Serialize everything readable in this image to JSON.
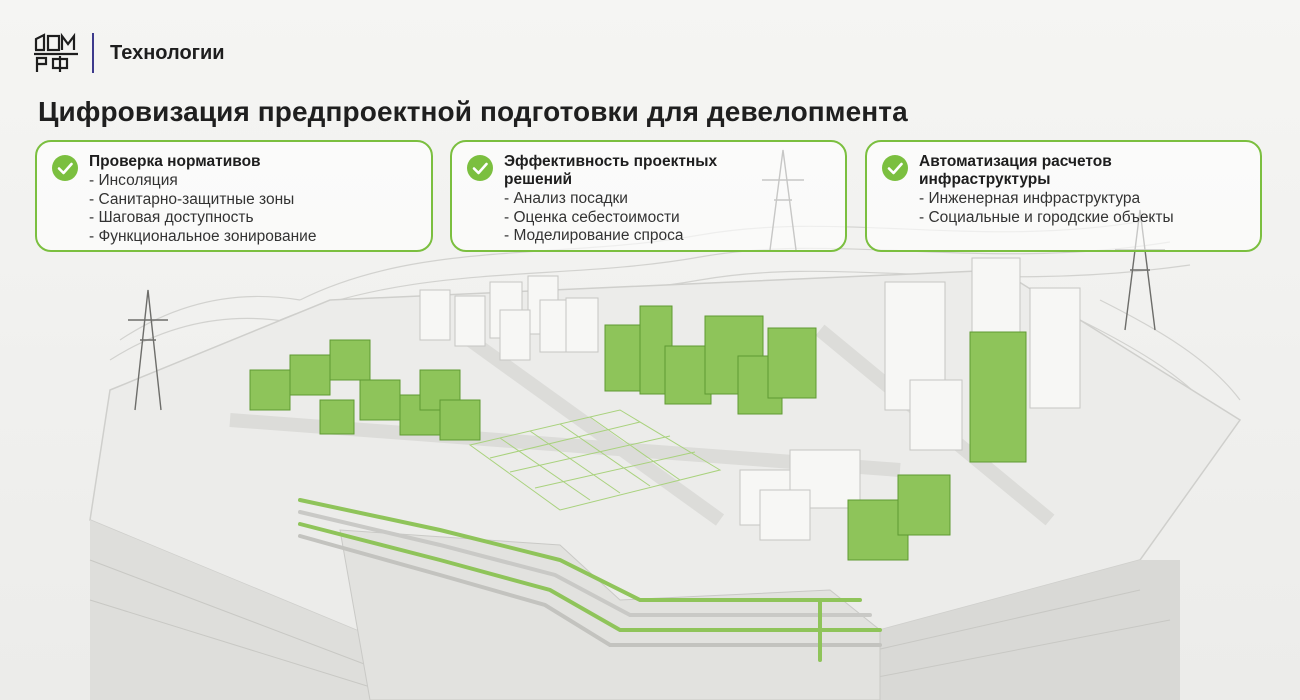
{
  "header": {
    "section": "Технологии",
    "logo_text": "ДОМ РФ"
  },
  "title": "Цифровизация предпроектной подготовки для девелопмента",
  "accent_color": "#7bbf3f",
  "cards": [
    {
      "title": "Проверка нормативов",
      "items": [
        "- Инсоляция",
        "- Санитарно-защитные зоны",
        "- Шаговая доступность",
        "- Функциональное зонирование"
      ]
    },
    {
      "title": "Эффективность проектных решений",
      "items": [
        "- Анализ посадки",
        "- Оценка себестоимости",
        "- Моделирование спроса"
      ]
    },
    {
      "title": "Автоматизация расчетов инфраструктуры",
      "items": [
        "- Инженерная инфраструктура",
        "- Социальные и городские объекты"
      ]
    }
  ]
}
